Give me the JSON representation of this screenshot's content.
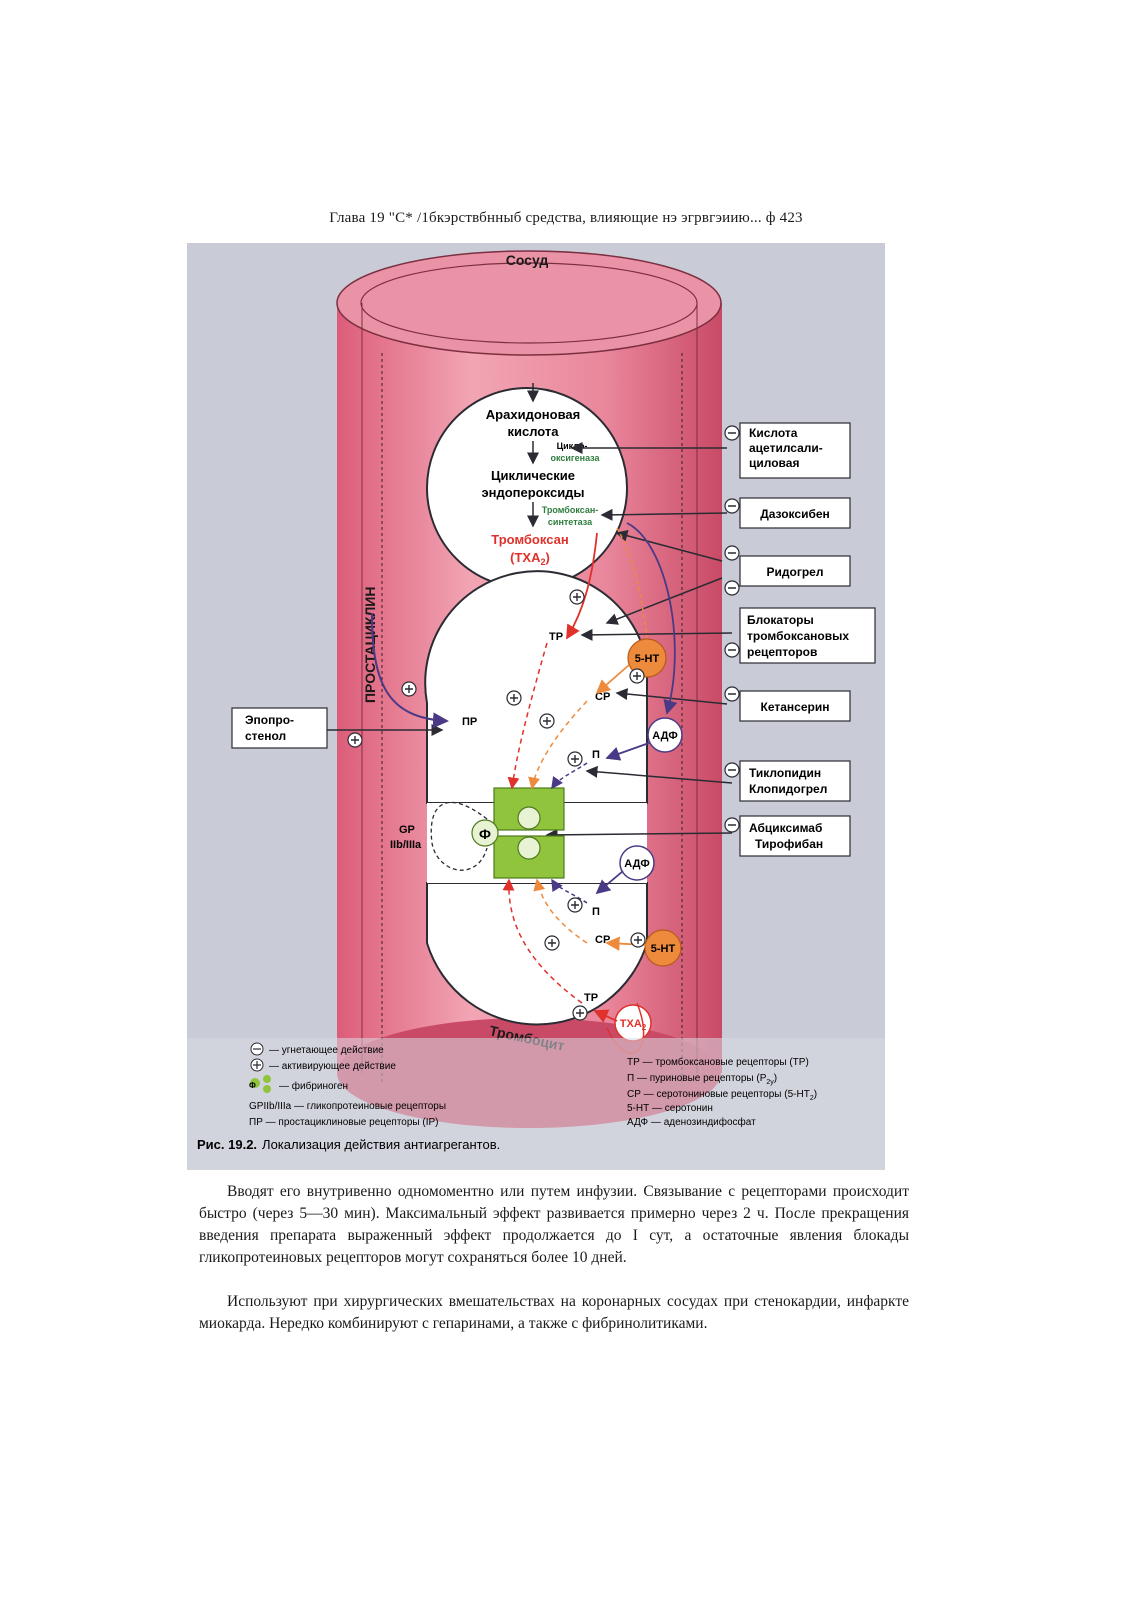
{
  "running_head": "Глава 19 \"С* /1бкэрствбнныб средства, влияющие нэ эгрвгэиию... ф 423",
  "figure": {
    "vessel_label": "Сосуд",
    "platelet_label": "Тромбоцит",
    "prostacyclin_label": "ПРОСТАЦИКЛИН",
    "pathway": {
      "arachidonic": [
        "Арахидоновая",
        "кислота"
      ],
      "cox": [
        "Цикло-",
        "оксигеназа"
      ],
      "endoperoxides": [
        "Циклические",
        "эндопероксиды"
      ],
      "synthase": [
        "Тромбоксан-",
        "синтетаза"
      ],
      "thromboxane": [
        "Тромбоксан",
        "(TXA",
        "2",
        ")"
      ]
    },
    "drugs": {
      "aspirin": [
        "Кислота",
        "ацетилсали-",
        "циловая"
      ],
      "dazoxiben": "Дазоксибен",
      "ridogrel": "Ридогрел",
      "blockers": [
        "Блокаторы",
        "тромбоксановых",
        "рецепторов"
      ],
      "ketanserin": "Кетансерин",
      "ticlopidine": [
        "Тиклопидин",
        "Клопидогрел"
      ],
      "abciximab": [
        "Абциксимаб",
        "Тирофибан"
      ],
      "epoprostenol": [
        "Эпопро-",
        "стенол"
      ]
    },
    "receptors": {
      "tp": "ТР",
      "sr": "СР",
      "p": "П",
      "pr": "ПР",
      "gp": [
        "GP",
        "IIb/IIIa"
      ]
    },
    "mediators": {
      "serotonin": "5-НТ",
      "adp": "АДФ",
      "fibrinogen": "Ф",
      "txa": "TXA",
      "txa_sub": "2"
    },
    "legend_left": {
      "inhibit": "— угнетающее действие",
      "activate": "— активирующее действие",
      "fibrinogen": "— фибриноген",
      "fibrinogen_symbol": "Ф",
      "gp": "GPIIb/IIIa — гликопротеиновые рецепторы",
      "pr": "ПР — простациклиновые рецепторы (IP)"
    },
    "legend_right": {
      "tp": "ТР — тромбоксановые рецепторы (ТР)",
      "p": "П — пуриновые рецепторы (P",
      "p_sub": "2y",
      "p_close": ")",
      "sr": "СР — серотониновые рецепторы (5-НТ",
      "sr_sub": "2",
      "sr_close": ")",
      "ht": "5-НТ — серотонин",
      "adp": "АДФ — аденозиндифосфат"
    },
    "caption_label": "Рис. 19.2.",
    "caption_text": "Локализация действия антиагрегантов."
  },
  "body": {
    "p1": "Вводят его внутривенно одномоментно или путем инфузии. Связывание с рецепторами происходит быстро (через 5—30 мин). Максимальный эффект развивается примерно через 2 ч. После прекращения введения препарата выраженный эффект продолжается до I сут, а остаточные явления блокады гликопротеиновых рецепторов могут сохраняться более 10 дней.",
    "p2": "Используют при хирургических вмешательствах на коронарных сосудах при стенокардии, инфаркте миокарда. Нередко комбинируют с гепаринами, а также с фибринолитиками."
  },
  "colors": {
    "vessel": "#e06e86",
    "cell": "#ffffff",
    "red": "#e0312b",
    "orange": "#ee8a3c",
    "purple": "#4a3a86",
    "green": "#8fc43c"
  }
}
